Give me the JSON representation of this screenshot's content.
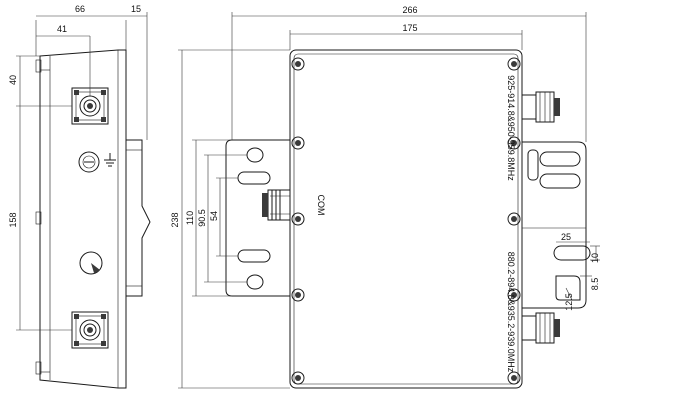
{
  "dimensions": {
    "side_width": "66",
    "side_depth": "15",
    "side_conn_offset": "41",
    "side_top": "40",
    "side_conn_spacing": "158",
    "front_width": "266",
    "front_body_width": "175",
    "front_height": "238",
    "bracket_outer": "110",
    "bracket_mid": "90.5",
    "bracket_inner": "54",
    "tab_width": "25",
    "tab_height": "10",
    "tab_hole": "8.5",
    "tab_radius": "12.5"
  },
  "labels": {
    "com": "COM",
    "band_upper": "925-914.8&950-959.8MHz",
    "band_lower": "880.2-894.8&935.2-939.0MHz"
  }
}
